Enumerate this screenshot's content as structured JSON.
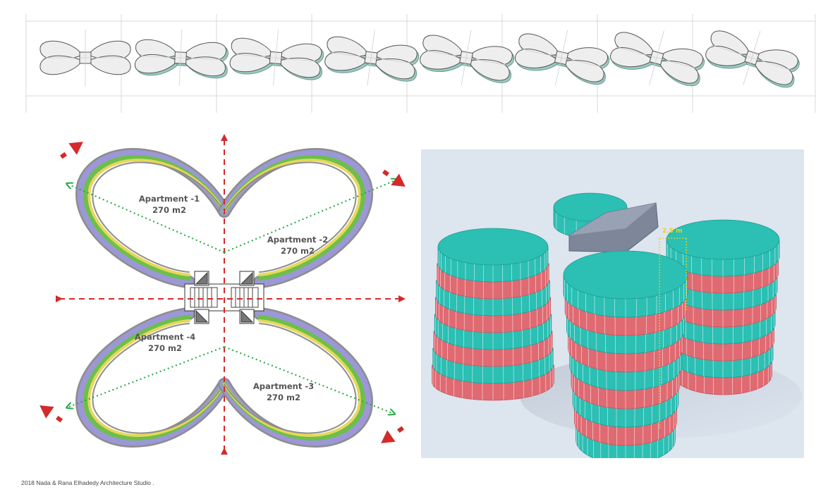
{
  "colors": {
    "axis_red": "#d42a2a",
    "diag_green": "#1fa93f",
    "band_purple": "#9c97d6",
    "band_green": "#6cc04a",
    "band_yellow": "#e7d75a",
    "band_gray": "#8d8d8d",
    "teal": "#2cbfb4",
    "pink": "#e06a72",
    "core_gray": "#7d8799",
    "render_bg": "#dde5ef",
    "dimension": "#e8d21a"
  },
  "sequence": {
    "count": 8
  },
  "plan": {
    "apartments": [
      {
        "name": "Apartment -1",
        "area": "270 m2"
      },
      {
        "name": "Apartment -2",
        "area": "270 m2"
      },
      {
        "name": "Apartment -3",
        "area": "270 m2"
      },
      {
        "name": "Apartment -4",
        "area": "270 m2"
      }
    ]
  },
  "render": {
    "dimension_label": "2.5 m"
  },
  "footer": {
    "credit": "2018 Nada & Rana  Elhadedy Architecture Studio ."
  }
}
